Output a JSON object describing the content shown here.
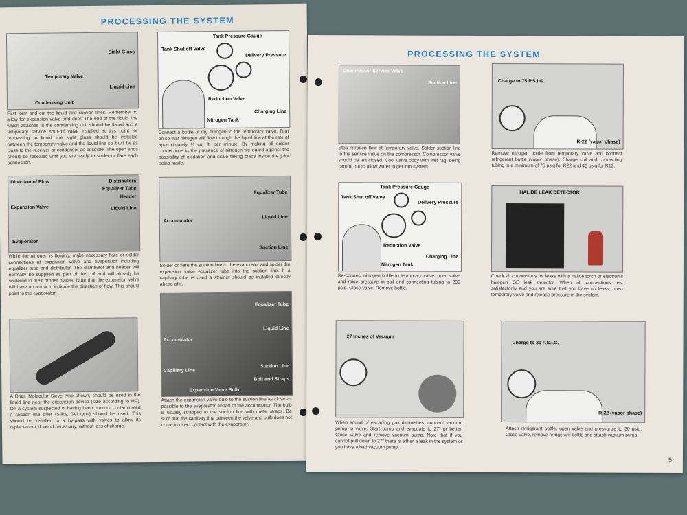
{
  "left_page": {
    "title": "PROCESSING THE SYSTEM",
    "panels": [
      {
        "labels": [
          "Sight Glass",
          "Temporary Valve",
          "Liquid Line",
          "Condensing Unit"
        ],
        "caption": "First form and cut the liquid and suction lines. Remember to allow for expansion valve and drier. The end of the liquid line which attaches to the condensing unit should be flared and a temporary service shut-off valve installed at this point for processing. A liquid line sight glass should be installed between the temporary valve and the liquid line so it will be as close to the receiver or condenser as possible. The open ends should be resealed until you are ready to solder or flare each connection."
      },
      {
        "labels": [
          "Tank Shut off Valve",
          "Tank Pressure Gauge",
          "Delivery Pressure",
          "Reduction Valve",
          "Nitrogen Tank",
          "Charging Line"
        ],
        "caption": "Connect a bottle of dry nitrogen to the temporary valve. Turn on so that nitrogen will flow through the liquid line at the rate of approximately ½ cu. ft. per minute. By making all solder connections in the presence of nitrogen we guard against the possibility of oxidation and scale taking place inside the joint being made."
      },
      {
        "labels": [
          "Direction of Flow",
          "Distributors",
          "Equalizer Tube",
          "Header",
          "Expansion Valve",
          "Liquid Line",
          "Evaporator"
        ],
        "caption": "While the nitrogen is flowing, make necessary flare or solder connections at expansion valve and evaporator including equalizer tube and distributor. The distributor and header will normally be supplied as part of the coil and will already be soldered in their proper places. Note that the expansion valve will have an arrow to indicate the direction of flow. This should point to the evaporator."
      },
      {
        "labels": [
          "Equalizer Tube",
          "Accumulator",
          "Liquid Line",
          "Suction Line"
        ],
        "caption": "Solder or flare the suction line to the evaporator and solder the expansion valve equalizer tube into the suction line. If a capillary tube is used a strainer should be installed directly ahead of it."
      },
      {
        "labels": [],
        "caption": "A Drier, Molecular Sieve type shown, should be used in the liquid line near the expansion device (size according to HP). On a system suspected of having been open or contaminated a suction line drier (Silica Gel type) should be used. This should be installed in a by-pass with valves to allow its replacement, if found necessary, without loss of charge."
      },
      {
        "labels": [
          "Equalizer Tube",
          "Accumulator",
          "Liquid Line",
          "Capillary Line",
          "Suction Line",
          "Bolt and Straps",
          "Expansion Valve Bulb"
        ],
        "caption": "Attach the expansion valve bulb to the suction line as close as possible to the evaporator ahead of the accumulator. The bulb is usually strapped to the suction line with metal straps. Be sure that the capillary line between the valve and bulb does not come in direct contact with the evaporator."
      }
    ]
  },
  "right_page": {
    "title": "PROCESSING THE SYSTEM",
    "page_number": "5",
    "panels": [
      {
        "labels": [
          "Compressor Service Valve",
          "Suction Line"
        ],
        "caption": "Stop nitrogen flow at temporary valve. Solder suction line to the service valve on the compressor. Compressor valve should be left closed. Cool valve body with wet rag, being careful not to allow water to get into system."
      },
      {
        "labels": [
          "Charge to 75 P.S.I.G.",
          "R-22 (vapor phase)"
        ],
        "caption": "Remove nitrogen bottle from temporary valve and connect refrigerant bottle (vapor phase). Charge coil and connecting tubing to a minimum of 75 psig for R22 and 45 psig for R12."
      },
      {
        "labels": [
          "Tank Shut off Valve",
          "Tank Pressure Gauge",
          "Delivery Pressure",
          "Reduction Valve",
          "Nitrogen Tank",
          "Charging Line"
        ],
        "caption": "Re-connect nitrogen bottle to temporary valve, open valve and raise pressure in coil and connecting tubing to 200 psig. Close valve. Remove bottle."
      },
      {
        "labels": [
          "HALIDE LEAK DETECTOR"
        ],
        "caption": "Check all connections for leaks with a halide torch or electronic halogen GE leak detector. When all connections test satisfactorily and you are sure that you have no leaks, open temporary valve and release pressure in the system."
      },
      {
        "labels": [
          "27 Inches of Vacuum"
        ],
        "caption": "When sound of escaping gas diminishes, connect vacuum pump to valve. Start pump and evacuate to 27\" or better. Close valve and remove vacuum pump. Note that if you cannot pull down to 27\" there is either a leak in the system or you have a bad vacuum pump."
      },
      {
        "labels": [
          "Charge to 30 P.S.I.G.",
          "R-22 (vapor phase)"
        ],
        "caption": "Attach refrigerant bottle, open valve and pressurize to 30 psig. Close valve, remove refrigerant bottle and attach vacuum pump."
      }
    ]
  },
  "colors": {
    "title": "#2a7fc0",
    "background": "#5d7172",
    "paper": "#e9e5dc"
  }
}
